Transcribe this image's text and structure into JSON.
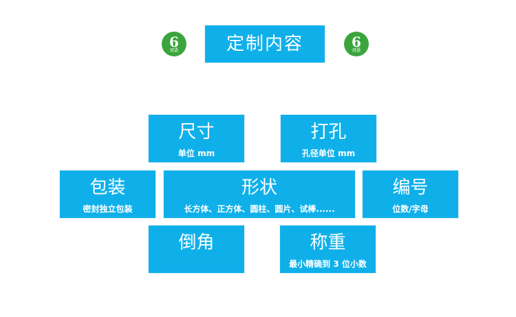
{
  "header": {
    "title": "定制内容"
  },
  "logo": {
    "glyph": "6",
    "text": "冠语"
  },
  "cards": [
    {
      "title": "尺寸",
      "subtitle": "单位 mm"
    },
    {
      "title": "打孔",
      "subtitle": "孔径单位 mm"
    },
    {
      "title": "包装",
      "subtitle": "密封独立包装"
    },
    {
      "title": "形状",
      "subtitle": "长方体、正方体、圆柱、圆片、试棒......"
    },
    {
      "title": "编号",
      "subtitle": "位数/字母"
    },
    {
      "title": "倒角",
      "subtitle": ""
    },
    {
      "title": "称重",
      "subtitle": "最小精确到 3 位小数"
    }
  ],
  "colors": {
    "box": "#0fb0ea",
    "logo": "#3aa53c"
  }
}
